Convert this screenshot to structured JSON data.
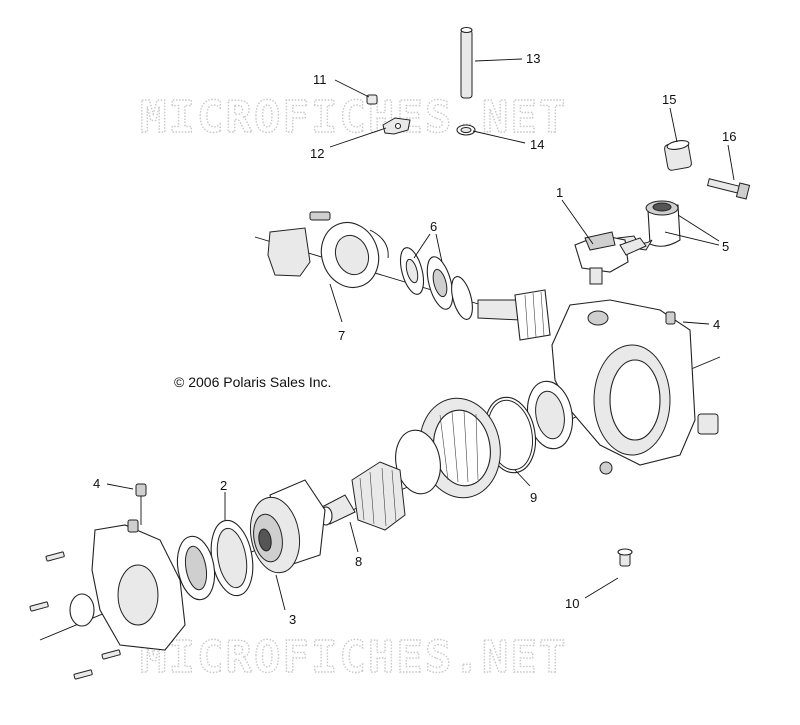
{
  "copyright": "© 2006 Polaris Sales Inc.",
  "watermark_top": "MICROFICHES.NET",
  "watermark_bottom": "MICROFICHES.NET",
  "callouts": {
    "c1": "1",
    "c2": "2",
    "c3": "3",
    "c4a": "4",
    "c4b": "4",
    "c5": "5",
    "c6": "6",
    "c7": "7",
    "c8": "8",
    "c9": "9",
    "c10": "10",
    "c11": "11",
    "c12": "12",
    "c13": "13",
    "c14": "14",
    "c15": "15",
    "c16": "16"
  }
}
